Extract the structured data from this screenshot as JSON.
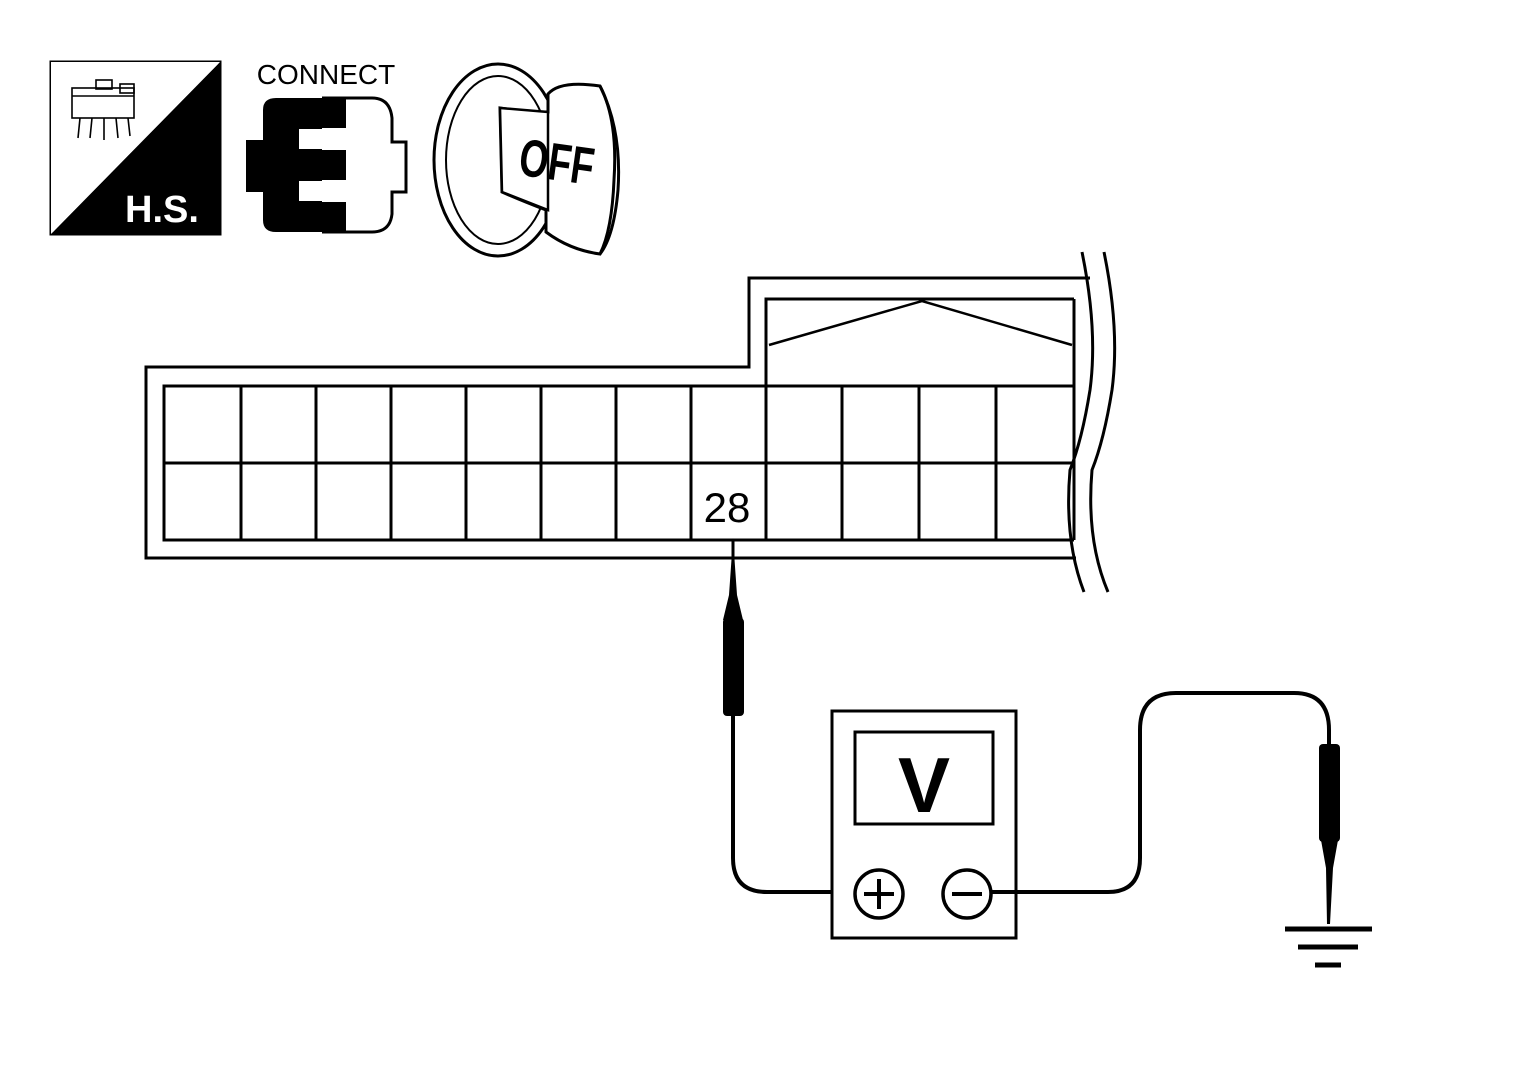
{
  "icons": {
    "harness_side": {
      "label": "H.S.",
      "icon": "harness-connector-icon"
    },
    "connect": {
      "label": "CONNECT",
      "icon": "connector-connected-icon"
    },
    "ignition": {
      "label": "OFF",
      "icon": "ignition-key-icon"
    }
  },
  "connector": {
    "icon": "connector-face-icon",
    "terminal_label": "28"
  },
  "meter": {
    "icon": "voltmeter-icon",
    "display": "V",
    "positive_terminal": "+",
    "negative_terminal": "−"
  },
  "ground": {
    "icon": "ground-symbol-icon"
  }
}
